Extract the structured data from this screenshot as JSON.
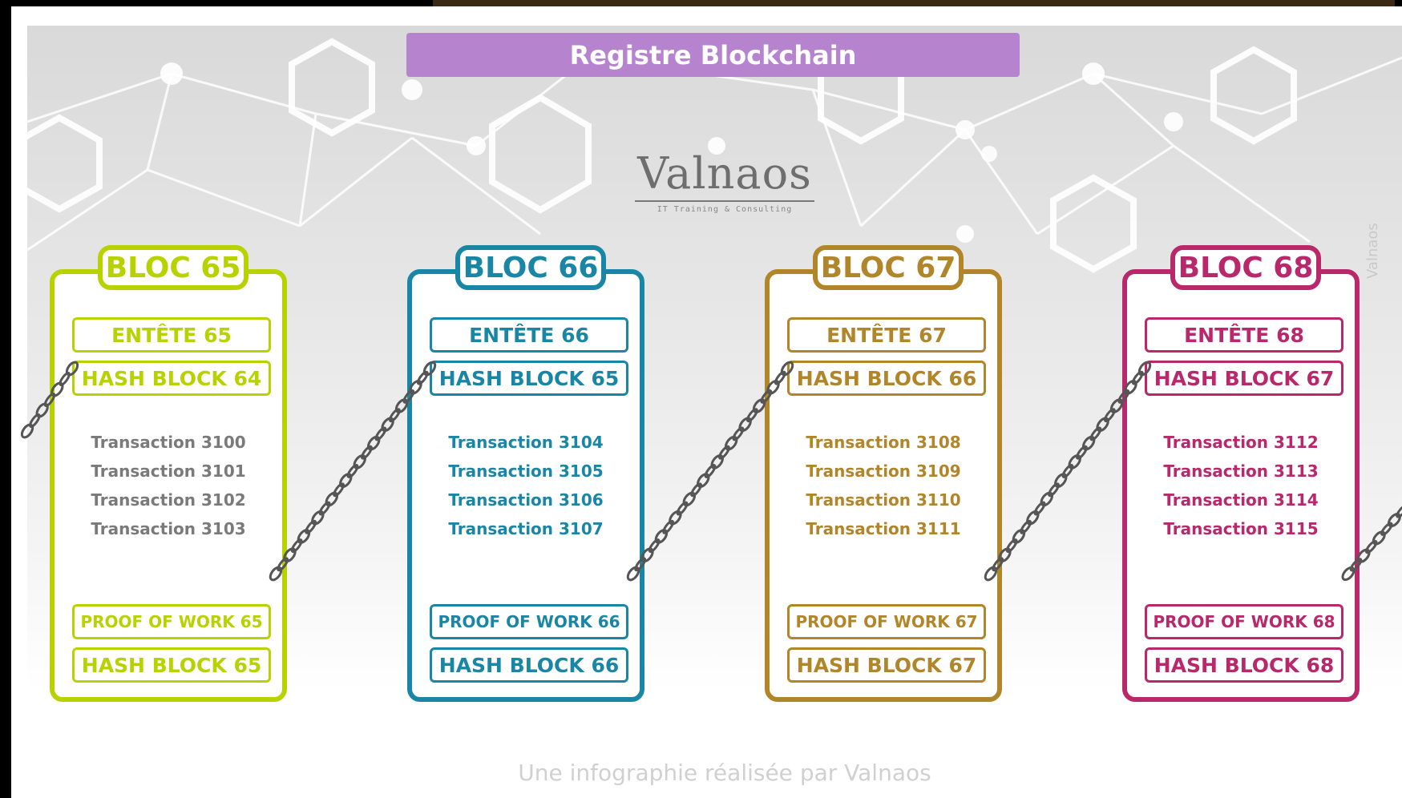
{
  "title": "Registre Blockchain",
  "logo": {
    "name": "Valnaos",
    "tagline": "IT Training & Consulting",
    "side_mark": "Valnaos"
  },
  "footer": "Une infographie réalisée par Valnaos",
  "colors": {
    "banner": "#b684cf",
    "b65": "#b8d200",
    "b66": "#1a86a6",
    "b67": "#b1862a",
    "b68": "#b8286a",
    "chain": "#555555"
  },
  "blocks": [
    {
      "title": "BLOC 65",
      "header": "ENTÊTE 65",
      "prev_hash": "HASH BLOCK 64",
      "transactions": [
        "Transaction 3100",
        "Transaction 3101",
        "Transaction 3102",
        "Transaction 3103"
      ],
      "proof": "PROOF OF WORK 65",
      "hash": "HASH BLOCK 65"
    },
    {
      "title": "BLOC 66",
      "header": "ENTÊTE 66",
      "prev_hash": "HASH BLOCK 65",
      "transactions": [
        "Transaction 3104",
        "Transaction 3105",
        "Transaction 3106",
        "Transaction 3107"
      ],
      "proof": "PROOF OF WORK 66",
      "hash": "HASH BLOCK 66"
    },
    {
      "title": "BLOC 67",
      "header": "ENTÊTE 67",
      "prev_hash": "HASH BLOCK 66",
      "transactions": [
        "Transaction 3108",
        "Transaction 3109",
        "Transaction 3110",
        "Transaction 3111"
      ],
      "proof": "PROOF OF WORK 67",
      "hash": "HASH BLOCK 67"
    },
    {
      "title": "BLOC 68",
      "header": "ENTÊTE 68",
      "prev_hash": "HASH BLOCK 67",
      "transactions": [
        "Transaction 3112",
        "Transaction 3113",
        "Transaction 3114",
        "Transaction 3115"
      ],
      "proof": "PROOF OF WORK 68",
      "hash": "HASH BLOCK 68"
    }
  ]
}
